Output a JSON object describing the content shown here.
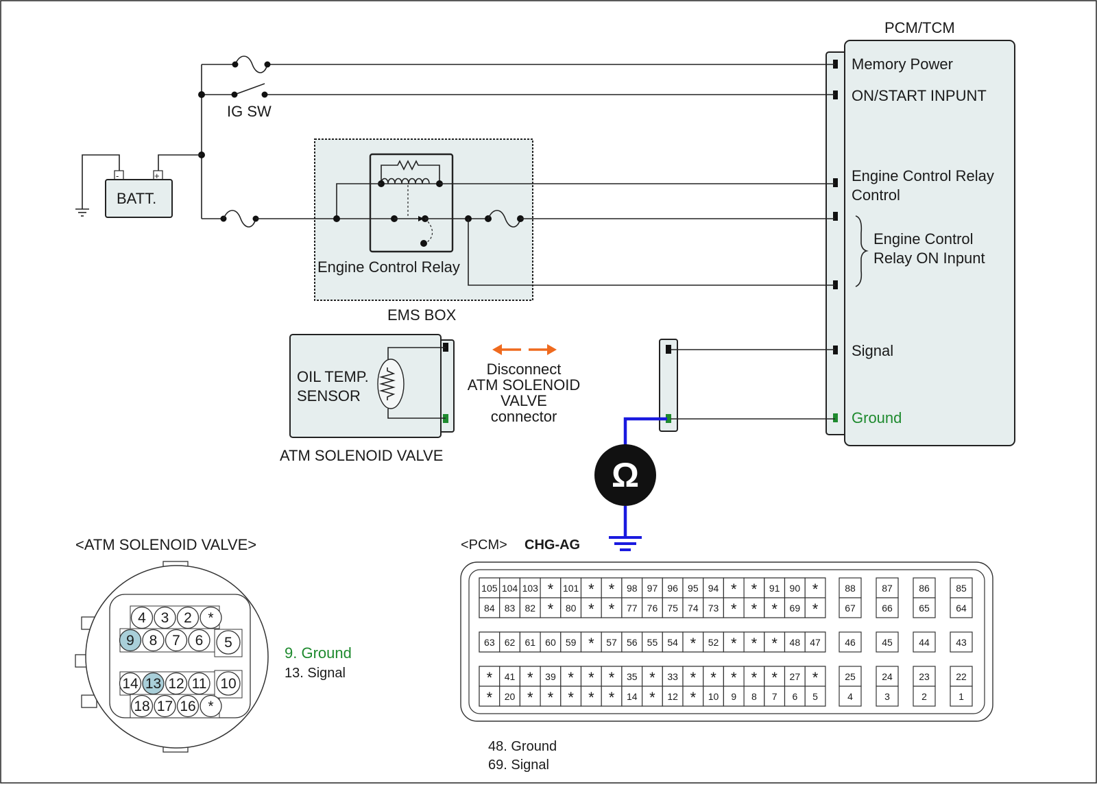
{
  "labels": {
    "pcm_tcm": "PCM/TCM",
    "ig_sw": "IG SW",
    "batt": "BATT.",
    "batt_minus": "-",
    "batt_plus": "+",
    "engine_control_relay": "Engine Control Relay",
    "ems_box": "EMS BOX",
    "oil_temp_sensor_1": "OIL TEMP.",
    "oil_temp_sensor_2": "SENSOR",
    "atm_solenoid_valve": "ATM SOLENOID VALVE",
    "disconnect_1": "Disconnect",
    "disconnect_2": "ATM SOLENOID",
    "disconnect_3": "VALVE",
    "disconnect_4": "connector",
    "ohm_symbol": "Ω",
    "pcm_terminals": {
      "memory_power": "Memory Power",
      "on_start": "ON/START  INPUNT",
      "ecr_control_1": "Engine Control Relay",
      "ecr_control_2": "Control",
      "ecr_on_1": "Engine Control",
      "ecr_on_2": "Relay ON Inpunt",
      "signal": "Signal",
      "ground": "Ground"
    }
  },
  "atm_connector": {
    "title": "<ATM SOLENOID VALVE>",
    "legend_ground": "9. Ground",
    "legend_signal": "13. Signal",
    "rows": [
      [
        "4",
        "3",
        "2",
        "*"
      ],
      [
        "9",
        "8",
        "7",
        "6"
      ],
      [
        "14",
        "13",
        "12",
        "11"
      ],
      [
        "18",
        "17",
        "16",
        "*"
      ]
    ],
    "side_pins": [
      "5",
      "10"
    ],
    "highlight_pins": [
      "9",
      "13"
    ]
  },
  "pcm_connector": {
    "title_prefix": "<PCM>",
    "title_code": "CHG-AG",
    "legend_ground": "48. Ground",
    "legend_signal": "69. Signal",
    "main_rows": [
      [
        "105",
        "104",
        "103",
        "*",
        "101",
        "*",
        "*",
        "98",
        "97",
        "96",
        "95",
        "94",
        "*",
        "*",
        "91",
        "90",
        "*"
      ],
      [
        "84",
        "83",
        "82",
        "*",
        "80",
        "*",
        "*",
        "77",
        "76",
        "75",
        "74",
        "73",
        "*",
        "*",
        "*",
        "69",
        "*"
      ],
      [
        "63",
        "62",
        "61",
        "60",
        "59",
        "*",
        "57",
        "56",
        "55",
        "54",
        "*",
        "52",
        "*",
        "*",
        "*",
        "48",
        "47"
      ],
      [
        "*",
        "41",
        "*",
        "39",
        "*",
        "*",
        "*",
        "35",
        "*",
        "33",
        "*",
        "*",
        "*",
        "*",
        "*",
        "27",
        "*"
      ],
      [
        "*",
        "20",
        "*",
        "*",
        "*",
        "*",
        "*",
        "14",
        "*",
        "12",
        "*",
        "10",
        "9",
        "8",
        "7",
        "6",
        "5"
      ]
    ],
    "side_columns": [
      [
        "88",
        "67",
        "46",
        "25",
        "4"
      ],
      [
        "87",
        "66",
        "45",
        "24",
        "3"
      ],
      [
        "86",
        "65",
        "44",
        "23",
        "2"
      ],
      [
        "85",
        "64",
        "43",
        "22",
        "1"
      ]
    ]
  },
  "colors": {
    "ground_green": "#1e8a2e",
    "probe_blue": "#1a1adf",
    "arrow_orange": "#ef6a1e",
    "highlight_pin": "#a9cfd9",
    "box_fill": "#e6eeee"
  }
}
